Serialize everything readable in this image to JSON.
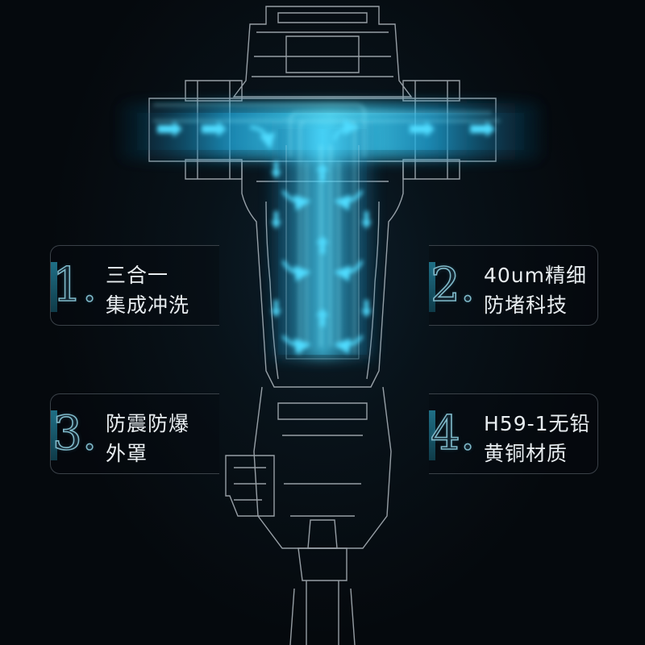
{
  "features": [
    {
      "number": "1.",
      "line1": "三合一",
      "line2": "集成冲洗"
    },
    {
      "number": "2.",
      "line1": "40um精细",
      "line2": "防堵科技"
    },
    {
      "number": "3.",
      "line1": "防震防爆",
      "line2": "外罩"
    },
    {
      "number": "4.",
      "line1": "H59-1无铅",
      "line2": "黄铜材质"
    }
  ],
  "colors": {
    "flow": "#3fd0ff",
    "outline": "#c7cfd6",
    "card_border": "#3a4148",
    "number_stroke": "#7fb9c9",
    "text": "#e8edf0"
  },
  "icons": [
    "flow-arrow-icon",
    "swirl-arrow-icon"
  ]
}
